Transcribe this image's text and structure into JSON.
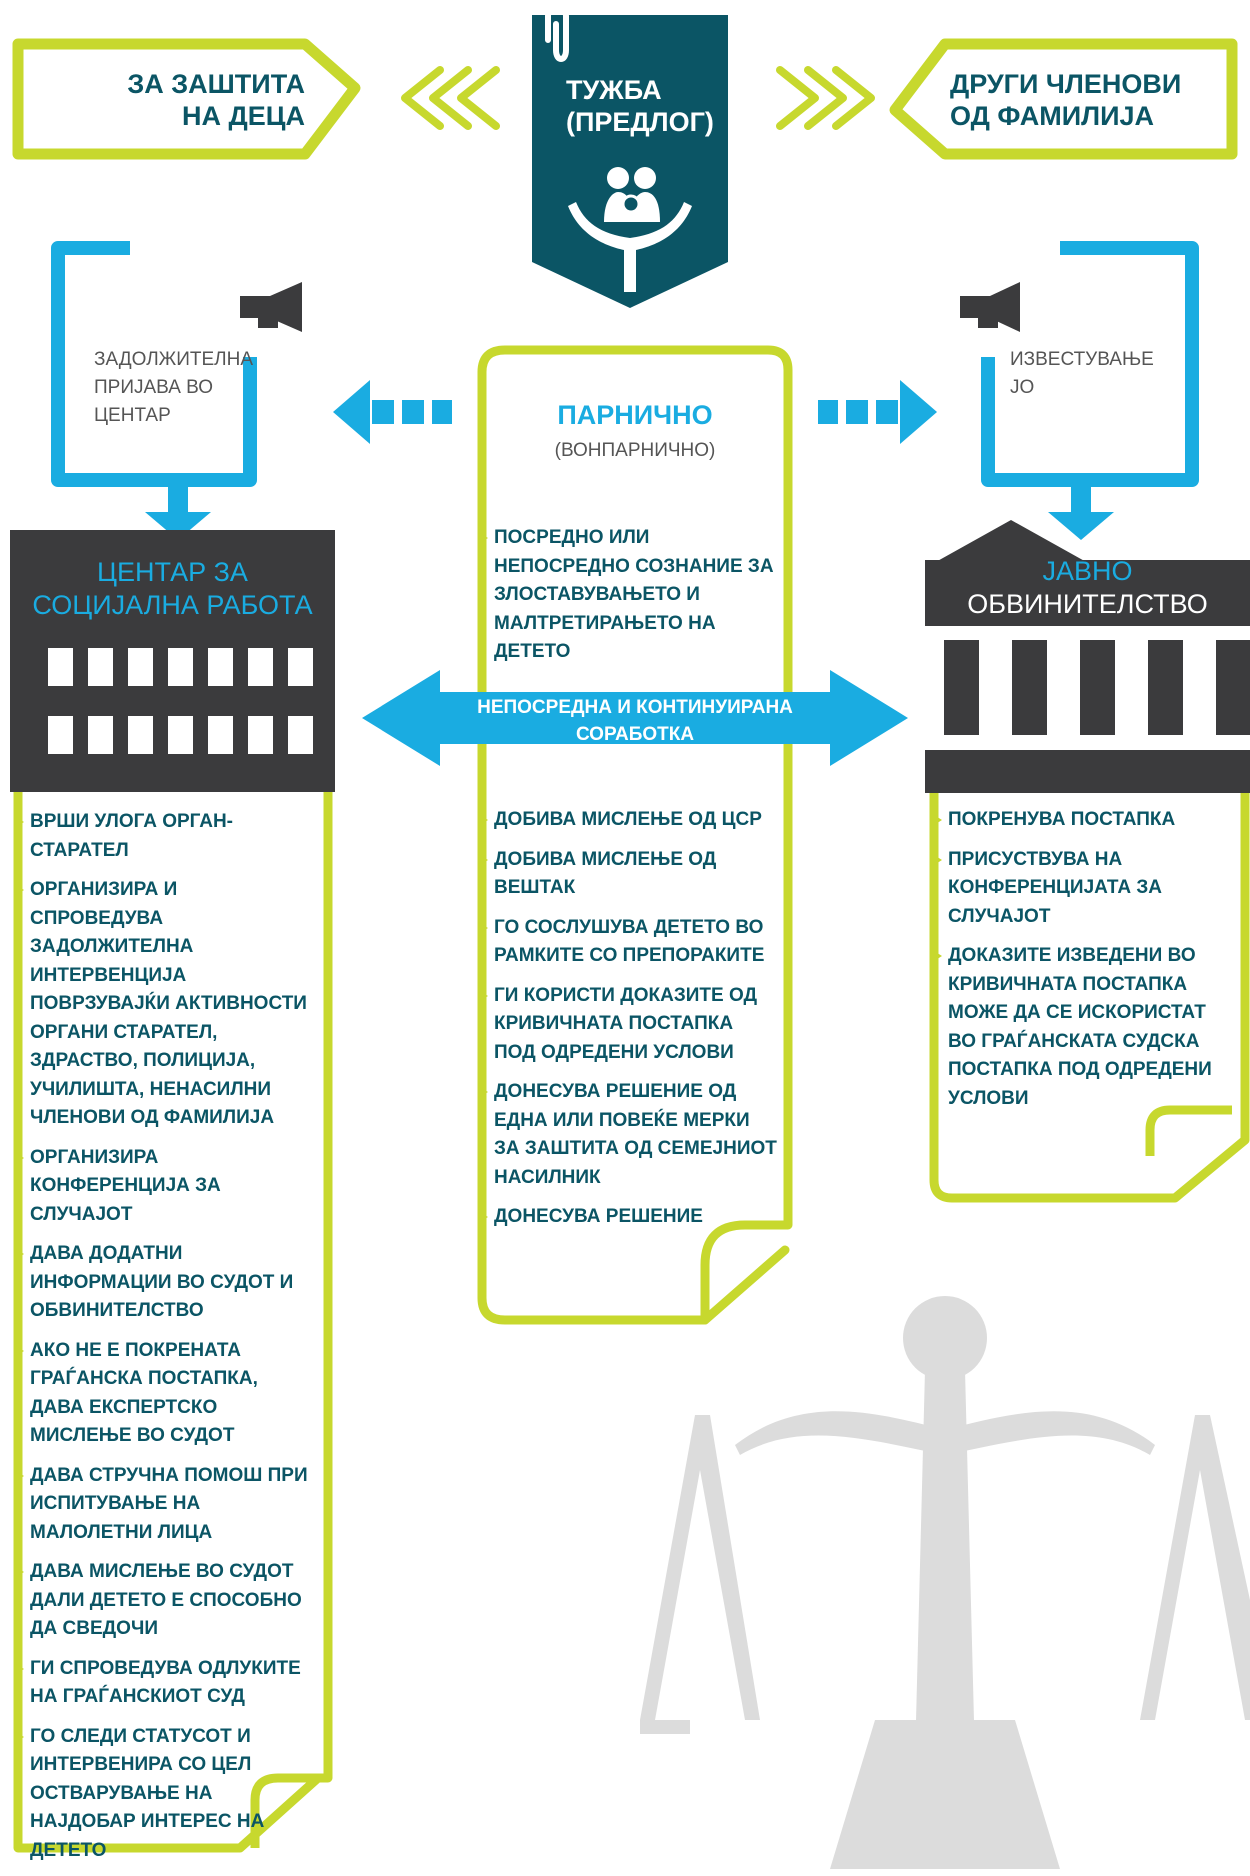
{
  "top": {
    "left_box": {
      "line1": "ЗА ЗАШТИТА",
      "line2": "НА ДЕЦА"
    },
    "center_tag": {
      "line1": "ТУЖБА",
      "line2": "(ПРЕДЛОГ)"
    },
    "right_box": {
      "line1": "ДРУГИ ЧЛЕНОВИ",
      "line2": "ОД ФАМИЛИЈА"
    }
  },
  "left_flow": {
    "label": [
      "ЗАДОЛЖИТЕЛНА",
      "ПРИЈАВА ВО",
      "ЦЕНТАР"
    ]
  },
  "right_flow": {
    "label": [
      "ИЗВЕСТУВАЊЕ",
      "ЈО"
    ]
  },
  "center": {
    "title": "ПАРНИЧНО",
    "subtitle": "(ВОНПАРНИЧНО)",
    "intro": [
      "ПОСРЕДНО ИЛИ",
      "НЕПОСРЕДНО СОЗНАНИЕ ЗА",
      "ЗЛОСТАВУВАЊЕТО И",
      "МАЛТРЕТИРАЊЕТО НА",
      "ДЕТЕТО"
    ],
    "arrow": [
      "НЕПОСРЕДНА И КОНТИНУИРАНА",
      "СОРАБОТКА"
    ],
    "items": [
      "ДОБИВА МИСЛЕЊЕ ОД ЦСР",
      "ДОБИВА МИСЛЕЊЕ ОД ВЕШТАК",
      "ГО СОСЛУШУВА ДЕТЕТО ВО РАМКИТЕ СО ПРЕПОРАКИТЕ",
      "ГИ КОРИСТИ ДОКАЗИТЕ ОД КРИВИЧНАТА ПОСТАПКА ПОД ОДРЕДЕНИ УСЛОВИ",
      "ДОНЕСУВА РЕШЕНИЕ ОД ЕДНА ИЛИ ПОВЕЌЕ МЕРКИ ЗА ЗАШТИТА ОД СЕМЕЈНИОТ НАСИЛНИК",
      "ДОНЕСУВА РЕШЕНИЕ"
    ]
  },
  "csr": {
    "title": [
      "ЦЕНТАР ЗА",
      "СОЦИЈАЛНА РАБОТА"
    ],
    "items": [
      "ВРШИ УЛОГА ОРГАН-СТАРАТЕЛ",
      "ОРГАНИЗИРА И СПРОВЕДУВА ЗАДОЛЖИТЕЛНА ИНТЕРВЕНЦИЈА ПОВРЗУВАЈЌИ АКТИВНОСТИ ОРГАНИ СТАРАТЕЛ, ЗДРАСТВО, ПОЛИЦИЈА, УЧИЛИШТА, НЕНАСИЛНИ ЧЛЕНОВИ ОД ФАМИЛИЈА",
      "ОРГАНИЗИРА КОНФЕРЕНЦИЈА ЗА СЛУЧАЈОТ",
      "ДАВА ДОДАТНИ ИНФОРМАЦИИ ВО СУДОТ И ОБВИНИТЕЛСТВО",
      "АКО НЕ Е ПОКРЕНАТА ГРАЃАНСКА ПОСТАПКА, ДАВА ЕКСПЕРТСКО МИСЛЕЊЕ ВО СУДОТ",
      "ДАВА СТРУЧНА ПОМОШ ПРИ ИСПИТУВАЊЕ НА МАЛОЛЕТНИ ЛИЦА",
      "ДАВА МИСЛЕЊЕ ВО СУДОТ ДАЛИ ДЕТЕТО Е СПОСОБНО ДА СВЕДОЧИ",
      "ГИ СПРОВЕДУВА ОДЛУКИТЕ НА ГРАЃАНСКИОТ СУД",
      "ГО СЛЕДИ СТАТУСОТ И ИНТЕРВЕНИРА СО ЦЕЛ ОСТВАРУВАЊЕ НА НАЈДОБАР ИНТЕРЕС НА ДЕТЕТО"
    ]
  },
  "jo": {
    "title": [
      "ЈАВНО",
      "ОБВИНИТЕЛСТВО"
    ],
    "items": [
      "ПОКРЕНУВА ПОСТАПКА",
      "ПРИСУСТВУВА НА КОНФЕРЕНЦИЈАТА ЗА СЛУЧАЈОТ",
      "ДОКАЗИТЕ ИЗВЕДЕНИ ВО КРИВИЧНАТА ПОСТАПКА МОЖЕ ДА СЕ ИСКОРИСТАТ ВО ГРАЃАНСКАТА СУДСКА ПОСТАПКА ПОД ОДРЕДЕНИ УСЛОВИ"
    ]
  },
  "colors": {
    "lime": "#c7d82e",
    "blue": "#1aace1",
    "teal": "#0b5565",
    "dark": "#3b3b3d",
    "scale": "#dcdcdc"
  },
  "icons": [
    "paperclip-icon",
    "family-hands-icon",
    "megaphone-icon",
    "double-chevron-left-icon",
    "double-chevron-right-icon",
    "scales-of-justice-icon",
    "courthouse-icon",
    "building-icon"
  ]
}
